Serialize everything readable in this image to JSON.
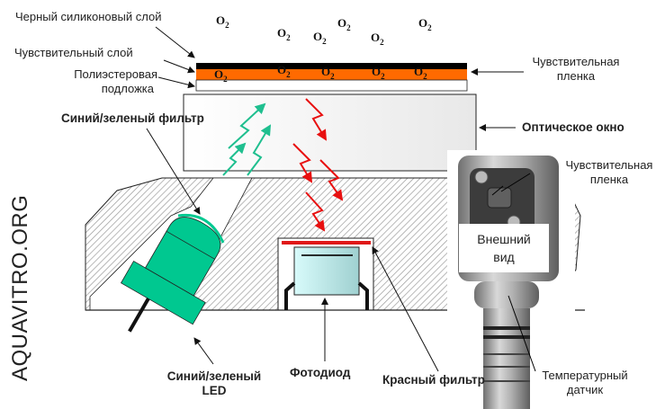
{
  "watermark": "AQUAVITRO.ORG",
  "labels": {
    "black_silicone_layer": "Черный силиконовый слой",
    "sensitive_layer": "Чувствительный слой",
    "polyester_substrate_line1": "Полиэстеровая",
    "polyester_substrate_line2": "подложка",
    "sensitive_film_line1": "Чувствительная",
    "sensitive_film_line2": "пленка",
    "blue_green_filter": "Синий/зеленый фильтр",
    "optical_window": "Оптическое окно",
    "blue_green_led_line1": "Синий/зеленый",
    "blue_green_led_line2": "LED",
    "photodiode": "Фотодиод",
    "red_filter": "Красный фильтр"
  },
  "photo_inset": {
    "title_line1": "Внешний",
    "title_line2": "вид",
    "sensitive_film_line1": "Чувствительная",
    "sensitive_film_line2": "пленка",
    "temp_sensor_line1": "Температурный",
    "temp_sensor_line2": "датчик"
  },
  "molecule": {
    "symbol": "O",
    "subscript": "2"
  },
  "colors": {
    "black_layer": "#000000",
    "sensitive_layer": "#ff6a00",
    "led": "#00c890",
    "excitation_light": "#1fbf8f",
    "emission_light": "#e81010",
    "red_filter": "#e01818",
    "photodiode": "#bfeff0"
  }
}
